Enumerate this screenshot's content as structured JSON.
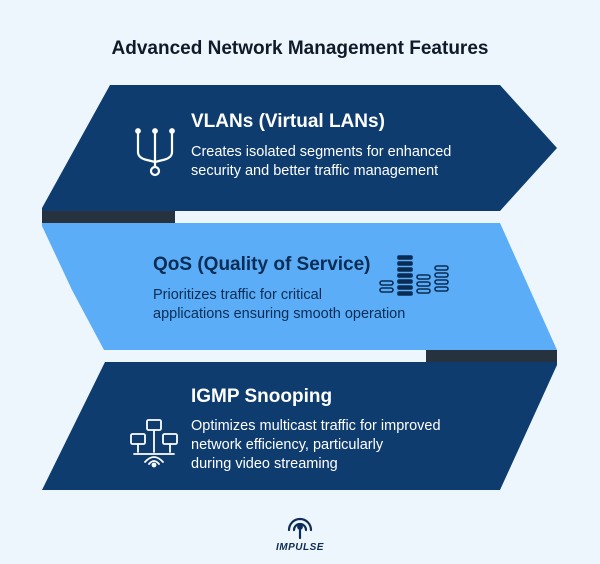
{
  "title": "Advanced Network Management Features",
  "features": [
    {
      "title": "VLANs (Virtual LANs)",
      "description": [
        "Creates isolated segments for enhanced",
        "security and better traffic management"
      ],
      "icon": "network-split-icon",
      "color": "#0e3c6f"
    },
    {
      "title": "QoS (Quality of Service)",
      "description": [
        "Prioritizes traffic for critical",
        "applications ensuring smooth operation"
      ],
      "icon": "priority-bars-icon",
      "color": "#5aadf6"
    },
    {
      "title": "IGMP Snooping",
      "description": [
        "Optimizes multicast traffic for improved",
        "network efficiency, particularly",
        "during video streaming"
      ],
      "icon": "multicast-network-icon",
      "color": "#0e3c6f"
    }
  ],
  "logo": {
    "text": "IMPULSE",
    "icon": "impulse-logo-icon"
  },
  "colors": {
    "background": "#eef6fd",
    "dark_band": "#26333f",
    "dark": "#0e3c6f",
    "light": "#5aadf6"
  }
}
